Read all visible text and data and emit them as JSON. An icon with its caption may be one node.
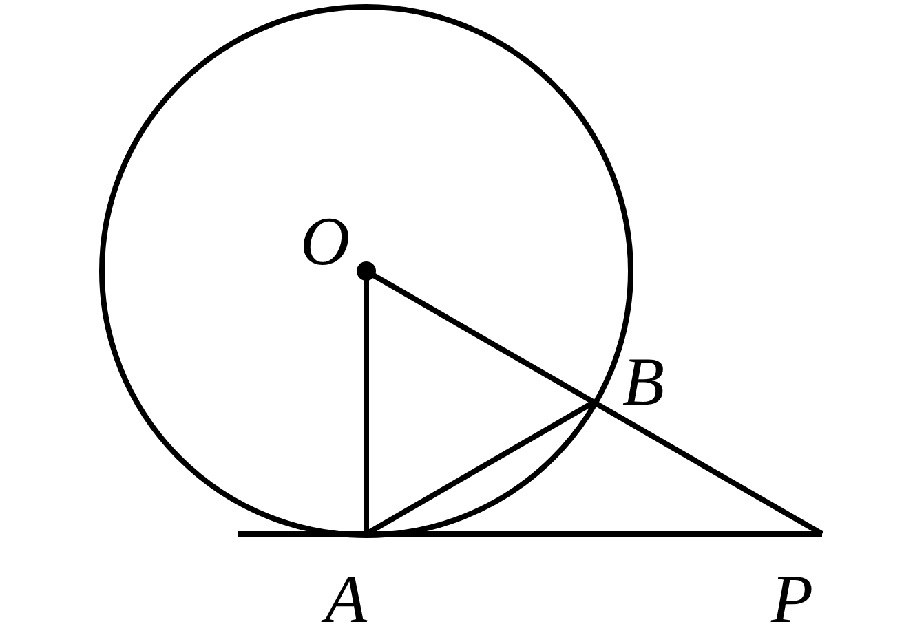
{
  "diagram": {
    "labels": [
      "O",
      "B",
      "A",
      "P"
    ]
  }
}
